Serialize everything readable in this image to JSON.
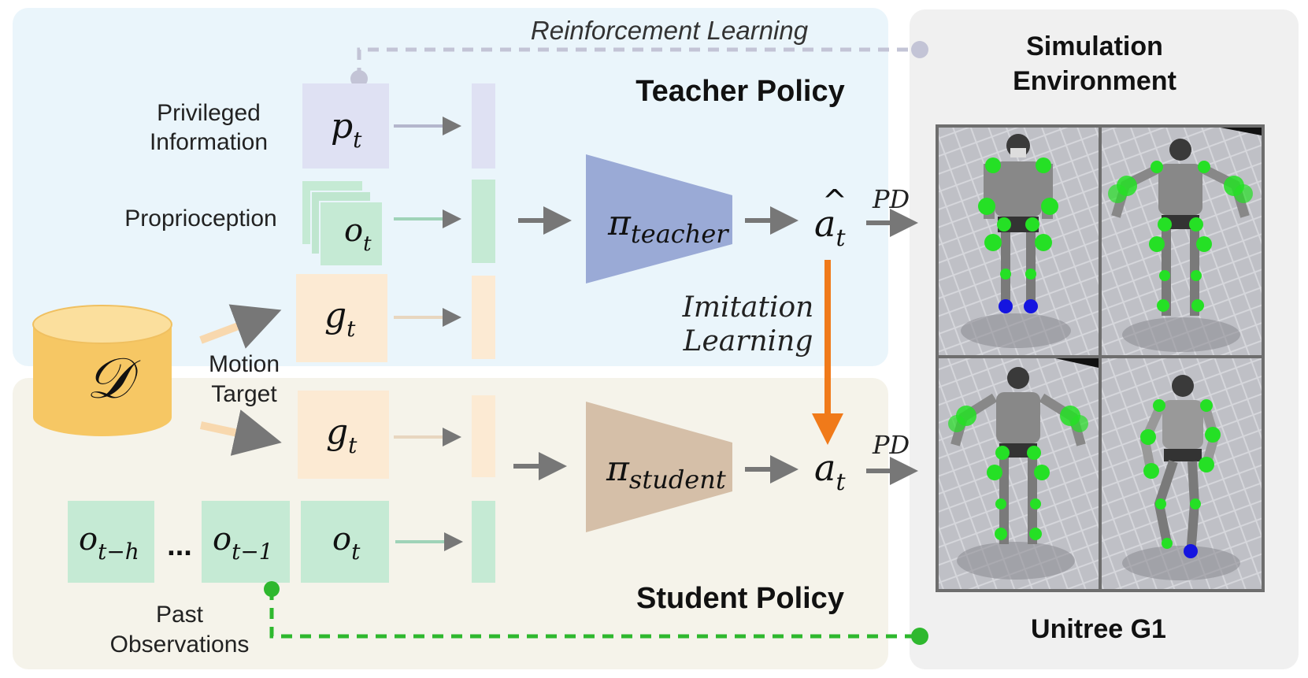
{
  "labels": {
    "reinforcement_learning": "Reinforcement Learning",
    "teacher_policy": "Teacher Policy",
    "student_policy": "Student Policy",
    "simulation_environment_line1": "Simulation",
    "simulation_environment_line2": "Environment",
    "unitree_g1": "Unitree G1",
    "privileged_information_line1": "Privileged",
    "privileged_information_line2": "Information",
    "proprioception": "Proprioception",
    "motion_target_line1": "Motion",
    "motion_target_line2": "Target",
    "past_observations_line1": "Past",
    "past_observations_line2": "Observations",
    "imitation_learning_line1": "Imitation",
    "imitation_learning_line2": "Learning",
    "pd_top": "PD",
    "pd_bottom": "PD",
    "ellipsis": "...",
    "dataset_symbol": "𝒟"
  },
  "symbols": {
    "p": "p",
    "p_sub": "t",
    "o": "o",
    "o_sub": "t",
    "g": "g",
    "g_sub": "t",
    "pi": "π",
    "teacher_sub": "teacher",
    "student_sub": "student",
    "a": "a",
    "a_sub": "t",
    "hat": "^",
    "oth_sub": "t−h",
    "ot1_sub": "t−1"
  },
  "colors": {
    "teacher_bg": "#eaf5fb",
    "student_bg": "#f5f3ea",
    "sim_bg": "#f0f0f0",
    "privileged": "#dfe1f3",
    "proprio": "#c5ead4",
    "motion": "#fcead3",
    "teacher_net": "#9aaad6",
    "student_net": "#d5bfa8",
    "dataset": "#f7cd75",
    "imitation_arrow": "#f07a1a",
    "rl_dashed": "#c3c4d6",
    "past_dashed": "#2eb82e",
    "arrow_dark": "#777777"
  }
}
